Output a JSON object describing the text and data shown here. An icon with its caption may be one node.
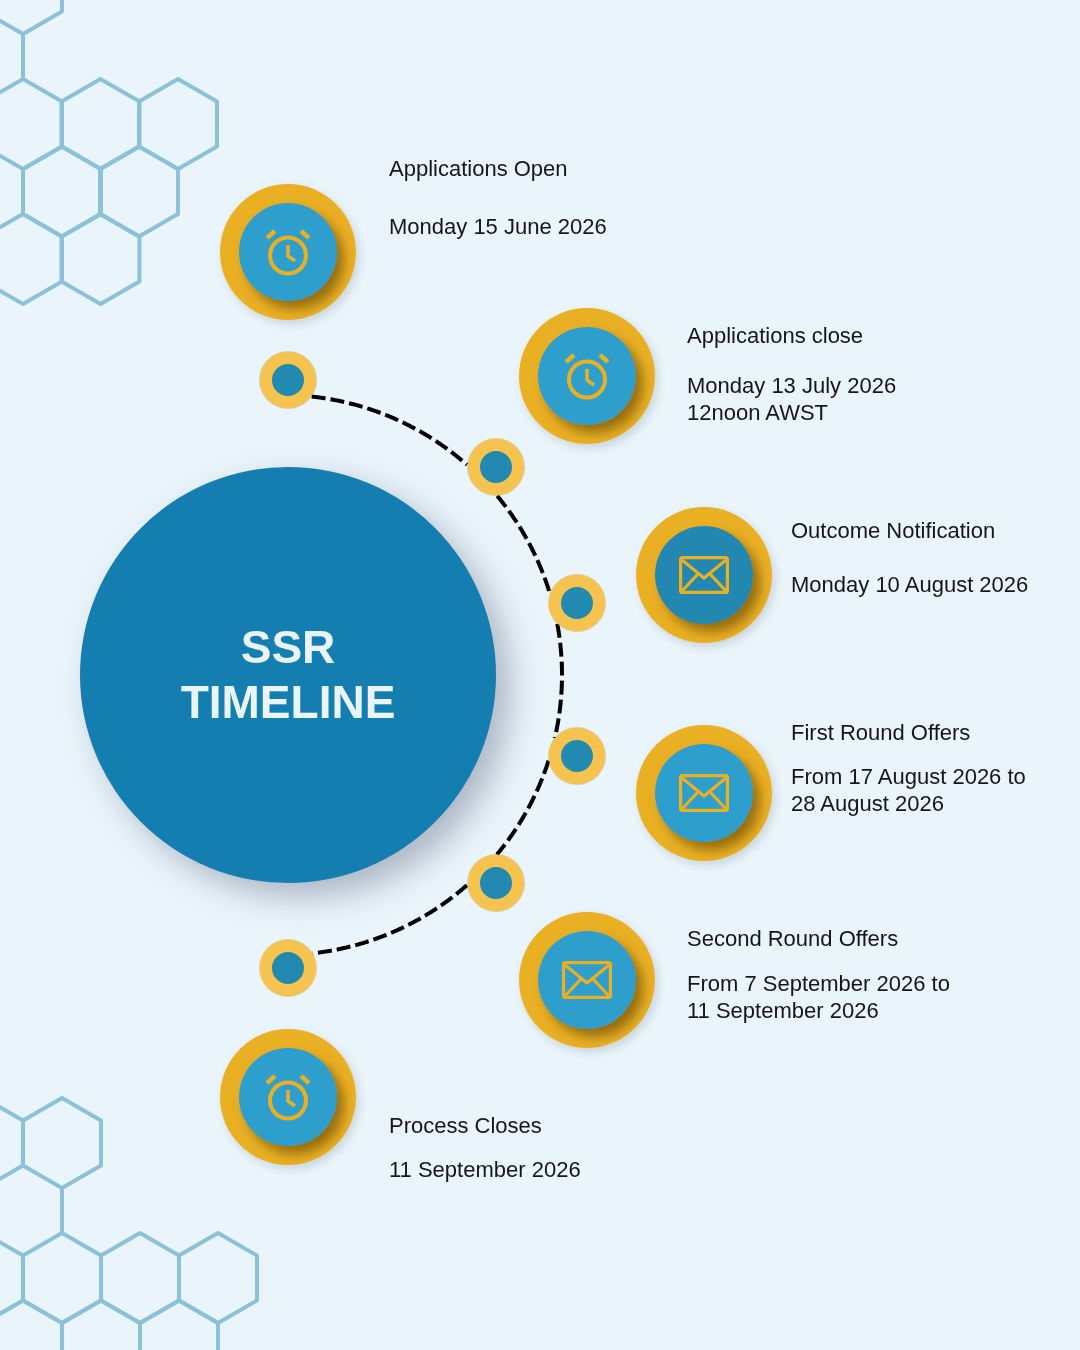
{
  "diagram": {
    "nodes": [
      {
        "text": [
          "SSR TIMELINE"
        ]
      },
      {
        "text": [
          "Applications Open",
          "Monday 15 June 2026"
        ]
      },
      {
        "text": [
          "Applications close",
          "Monday 13 July 2026 12noon AWST"
        ]
      },
      {
        "text": [
          "Outcome Notification",
          "Monday 10 August 2026"
        ]
      },
      {
        "text": [
          "First Round Offers",
          "From 17 August 2026 to 28 August 2026"
        ]
      },
      {
        "text": [
          "Second Round Offers",
          "From 7 September 2026 to 11 September 2026"
        ]
      },
      {
        "text": [
          "Process Closes",
          "11 September 2026"
        ]
      },
      {
        "text": [],
        "shape": "circle"
      },
      {
        "text": [],
        "shape": "circle"
      },
      {
        "text": [],
        "shape": "circle"
      },
      {
        "text": [],
        "shape": "circle"
      },
      {
        "text": [],
        "shape": "circle"
      },
      {
        "text": [],
        "shape": "circle"
      }
    ],
    "edges": [
      {
        "from": 7,
        "to": 8,
        "arrow": "none",
        "style": "dashed"
      },
      {
        "from": 8,
        "to": 9,
        "arrow": "none",
        "style": "dashed"
      },
      {
        "from": 9,
        "to": 10,
        "arrow": "none",
        "style": "dashed"
      },
      {
        "from": 10,
        "to": 11,
        "arrow": "none",
        "style": "dashed"
      },
      {
        "from": 11,
        "to": 12,
        "arrow": "none",
        "style": "dashed"
      }
    ]
  }
}
